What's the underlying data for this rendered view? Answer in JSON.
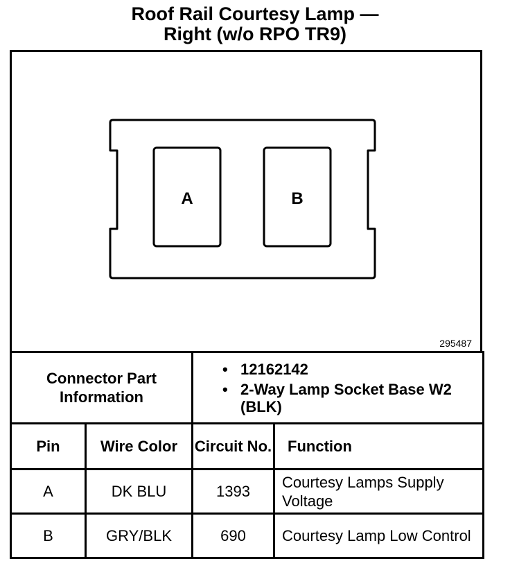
{
  "title": {
    "line1": "Roof Rail Courtesy Lamp —",
    "line2": "Right (w/o RPO TR9)"
  },
  "diagram": {
    "figure_id": "295487",
    "cavities": [
      "A",
      "B"
    ]
  },
  "connector_info": {
    "label": "Connector Part Information",
    "items": [
      "12162142",
      "2-Way Lamp Socket Base W2 (BLK)"
    ]
  },
  "pin_table": {
    "headers": [
      "Pin",
      "Wire Color",
      "Circuit No.",
      "Function"
    ],
    "rows": [
      {
        "pin": "A",
        "wire_color": "DK BLU",
        "circuit": "1393",
        "function": "Courtesy Lamps Supply Voltage"
      },
      {
        "pin": "B",
        "wire_color": "GRY/BLK",
        "circuit": "690",
        "function": "Courtesy Lamp Low Control"
      }
    ]
  }
}
